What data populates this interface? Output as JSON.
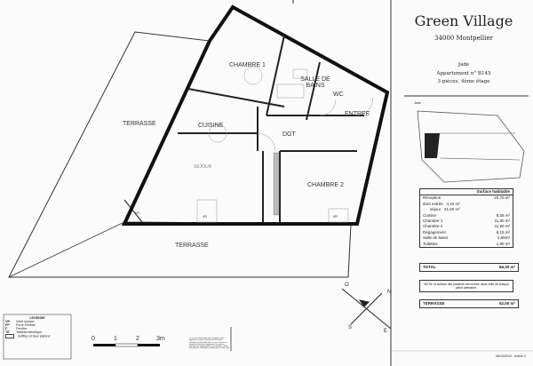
{
  "title": {
    "name": "Green Village",
    "city": "34000 Montpellier",
    "building": "Jade",
    "apartment": "Appartement n° B145",
    "rooms": "3 pièces, 4ème étage",
    "key_plan_label": "Jade"
  },
  "rooms": {
    "chambre1": "CHAMBRE 1",
    "salle_de_bains": "SALLE DE BAINS",
    "wc": "WC",
    "entree": "ENTREE",
    "cuisine": "CUISINE",
    "dgt": "DGT",
    "sejour": "SEJOUR",
    "chambre2": "CHAMBRE 2",
    "terrasse_left": "TERRASSE",
    "terrasse_bottom": "TERRASSE",
    "vr1": "VR",
    "vr2": "VR",
    "vr3": "VR"
  },
  "surface_table": {
    "header": "Surface habitable",
    "rows": [
      {
        "label": "Réception",
        "value": "20,70 m²"
      },
      {
        "label": "dont entrée",
        "sub": "4,10 m²",
        "value": ""
      },
      {
        "label": "séjour",
        "sub": "21,60 m²",
        "value": ""
      },
      {
        "label": "Cuisine",
        "value": "8,05 m²"
      },
      {
        "label": "Chambre 1",
        "value": "11,80 m²"
      },
      {
        "label": "Chambre 2",
        "value": "11,90 m²"
      },
      {
        "label": "Dégagement",
        "value": "6,15 m²"
      },
      {
        "label": "Salle de bains",
        "value": "4,55m²"
      },
      {
        "label": "Toilettes",
        "value": "1,90 m²"
      }
    ],
    "total_label": "TOTAL",
    "total_value": "66,30 m²",
    "note": "NOTA: la surface des placards est incluse dans celle de chaque pièce attenante.",
    "terrasse_label": "TERRASSE",
    "terrasse_value": "52,00 m²"
  },
  "legend": {
    "title": "LEGENDE",
    "items": [
      {
        "code": "VR",
        "label": "Volet roulant"
      },
      {
        "code": "PF",
        "label": "Porte Fenêtre"
      },
      {
        "code": "F",
        "label": "Fenêtre"
      },
      {
        "code": "TE",
        "label": "Tableau électrique"
      },
      {
        "code": "",
        "label": "Soffites et faux plafond"
      }
    ]
  },
  "scale": {
    "ticks": [
      "0",
      "1",
      "2",
      "3m"
    ]
  },
  "compass": {
    "n": "N",
    "s": "S",
    "o": "O",
    "e": "E"
  },
  "footer": {
    "note": "NOTA: Des modifications sont susceptibles d'être apportées à ce plan en fonction des nécessités techniques de réalisation, tant en ce qui concerne les dimensions fixées que l'équipement. Les surfaces indiquées sont approximatives. Les retombées, soffites, faux plafonds, canalisations, tableau d'eau chaude, ainsi que l'emplacement des équipements sont figurés à titre indicatif.",
    "date": "08/10/2010 - Indice 2"
  }
}
